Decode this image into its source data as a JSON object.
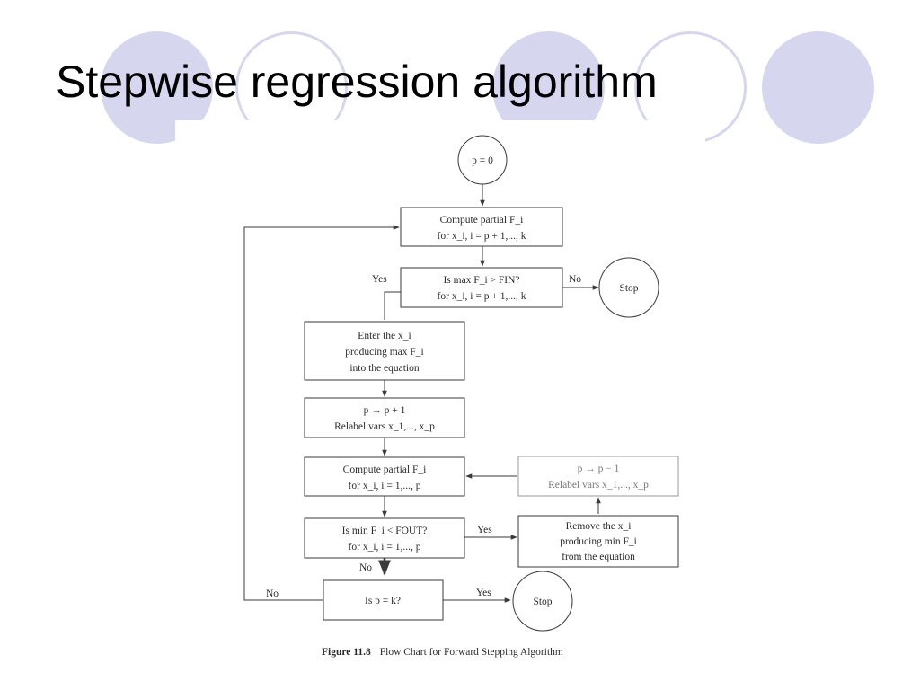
{
  "slide": {
    "title": "Stepwise regression algorithm"
  },
  "flowchart": {
    "nodes": {
      "start": "p = 0",
      "compute1": [
        "Compute partial F_i",
        "for x_i, i = p + 1,..., k"
      ],
      "check_max": [
        "Is max F_i > FIN?",
        "for x_i, i = p + 1,..., k"
      ],
      "stop1": "Stop",
      "enter": [
        "Enter the x_i",
        "producing max F_i",
        "into the equation"
      ],
      "increment": [
        "p → p + 1",
        "Relabel vars x_1,..., x_p"
      ],
      "compute2": [
        "Compute partial F_i",
        "for x_i, i = 1,..., p"
      ],
      "decrement": [
        "p → p − 1",
        "Relabel vars x_1,..., x_p"
      ],
      "check_min": [
        "Is min F_i < FOUT?",
        "for x_i, i = 1,..., p"
      ],
      "remove": [
        "Remove the x_i",
        "producing min F_i",
        "from the equation"
      ],
      "check_pk": "Is p = k?",
      "stop2": "Stop"
    },
    "edge_labels": {
      "max_yes": "Yes",
      "max_no": "No",
      "min_yes": "Yes",
      "min_no": "No",
      "pk_no": "No",
      "pk_yes": "Yes"
    },
    "caption": {
      "label": "Figure 11.8",
      "text": "Flow Chart for Forward Stepping Algorithm"
    }
  },
  "colors": {
    "decoration": "#d6d6ef",
    "line": "#3a3a3a"
  }
}
